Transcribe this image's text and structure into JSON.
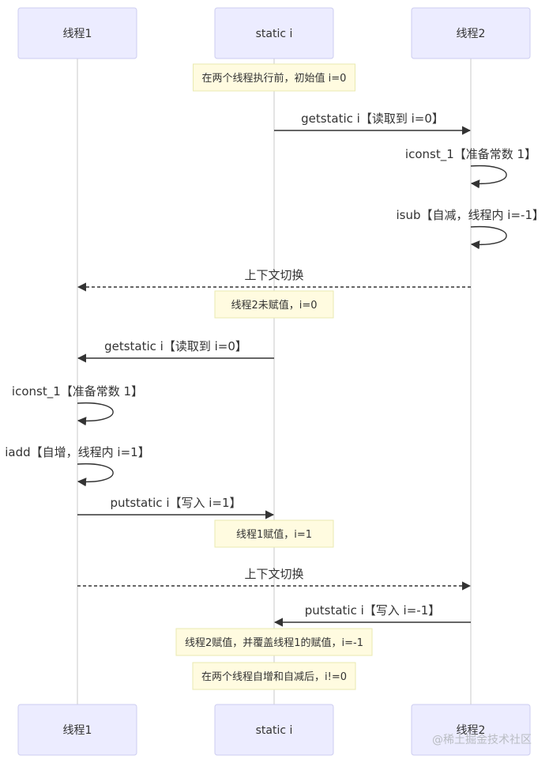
{
  "actors": [
    "线程1",
    "static i",
    "线程2"
  ],
  "steps": [
    {
      "kind": "note",
      "over": [
        1
      ],
      "text": "在两个线程执行前，初始值 i=0"
    },
    {
      "kind": "msg",
      "from": 1,
      "to": 2,
      "text": "getstatic i【读取到 i=0】",
      "style": "solid"
    },
    {
      "kind": "self",
      "actor": 2,
      "text": "iconst_1【准备常数 1】"
    },
    {
      "kind": "self",
      "actor": 2,
      "text": "isub【自减，线程内 i=-1】"
    },
    {
      "kind": "msg",
      "from": 2,
      "to": 0,
      "text": "上下文切换",
      "style": "dashed"
    },
    {
      "kind": "note",
      "over": [
        1
      ],
      "text": "线程2未赋值，i=0"
    },
    {
      "kind": "msg",
      "from": 1,
      "to": 0,
      "text": "getstatic i【读取到 i=0】",
      "style": "solid"
    },
    {
      "kind": "self",
      "actor": 0,
      "text": "iconst_1【准备常数 1】"
    },
    {
      "kind": "self",
      "actor": 0,
      "text": "iadd【自增，线程内 i=1】"
    },
    {
      "kind": "msg",
      "from": 0,
      "to": 1,
      "text": "putstatic i【写入 i=1】",
      "style": "solid"
    },
    {
      "kind": "note",
      "over": [
        1
      ],
      "text": "线程1赋值，i=1"
    },
    {
      "kind": "msg",
      "from": 0,
      "to": 2,
      "text": "上下文切换",
      "style": "dashed"
    },
    {
      "kind": "msg",
      "from": 2,
      "to": 1,
      "text": "putstatic i【写入 i=-1】",
      "style": "solid"
    },
    {
      "kind": "note",
      "over": [
        1
      ],
      "text": "线程2赋值，并覆盖线程1的赋值，i=-1"
    },
    {
      "kind": "note",
      "over": [
        1
      ],
      "text": "在两个线程自增和自减后，i!=0"
    }
  ],
  "watermark": "@稀土掘金技术社区"
}
